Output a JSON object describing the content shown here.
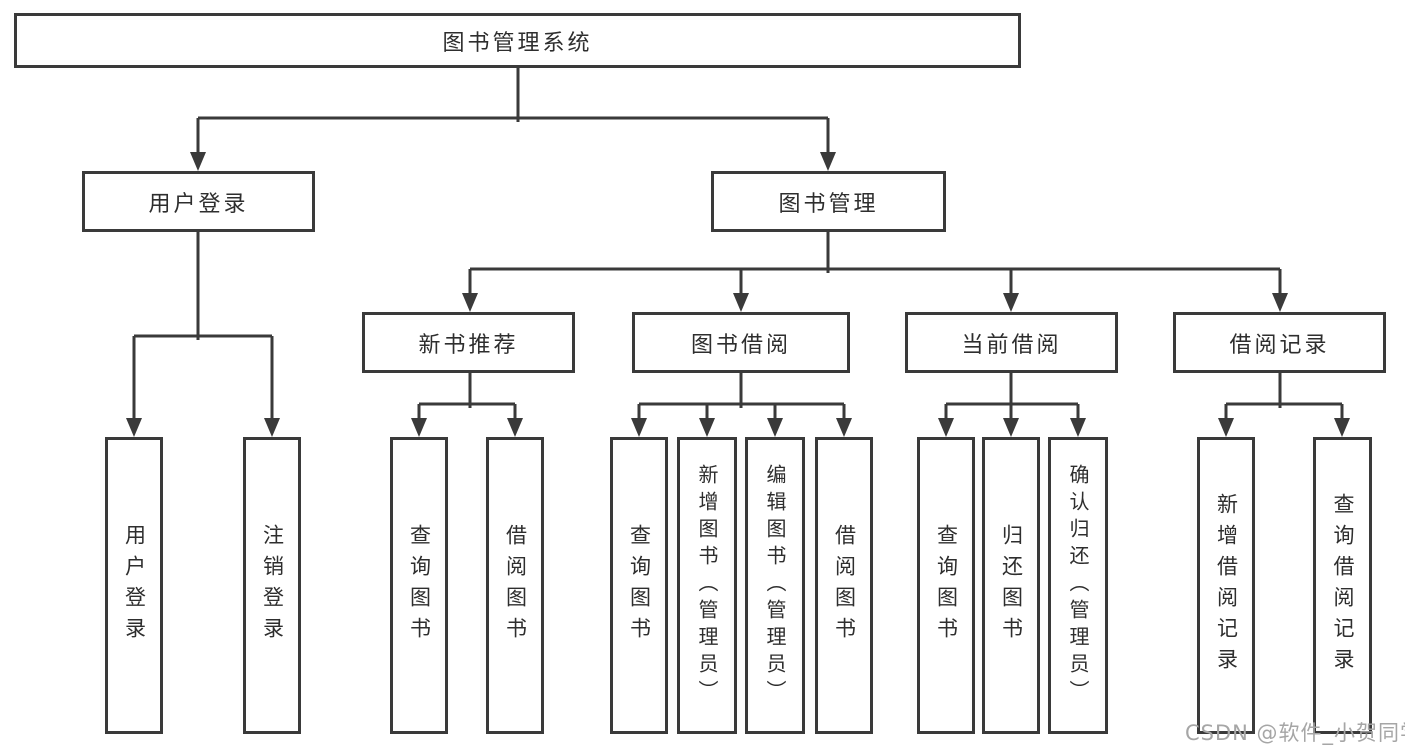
{
  "diagram_title": "图书管理系统",
  "tree": {
    "label": "图书管理系统",
    "children": [
      {
        "label": "用户登录",
        "children": [
          {
            "label": "用户登录"
          },
          {
            "label": "注销登录"
          }
        ]
      },
      {
        "label": "图书管理",
        "children": [
          {
            "label": "新书推荐",
            "children": [
              {
                "label": "查询图书"
              },
              {
                "label": "借阅图书"
              }
            ]
          },
          {
            "label": "图书借阅",
            "children": [
              {
                "label": "查询图书"
              },
              {
                "label": "新增图书（管理员）"
              },
              {
                "label": "编辑图书（管理员）"
              },
              {
                "label": "借阅图书"
              }
            ]
          },
          {
            "label": "当前借阅",
            "children": [
              {
                "label": "查询图书"
              },
              {
                "label": "归还图书"
              },
              {
                "label": "确认归还（管理员）"
              }
            ]
          },
          {
            "label": "借阅记录",
            "children": [
              {
                "label": "新增借阅记录"
              },
              {
                "label": "查询借阅记录"
              }
            ]
          }
        ]
      }
    ]
  },
  "colors": {
    "line": "#3a3a3a",
    "text": "#2e2e2e",
    "background": "#ffffff",
    "watermark": "#a6a6a6"
  },
  "watermark": {
    "text": "CSDN @软件_小贺同学"
  }
}
